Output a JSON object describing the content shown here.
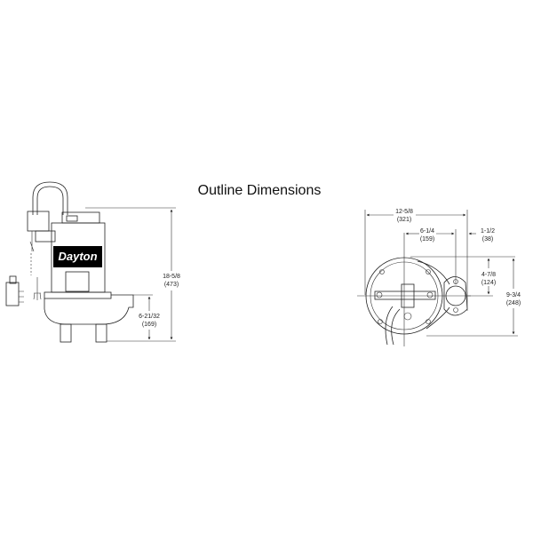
{
  "title": "Outline Dimensions",
  "brand_label": "Dayton",
  "side_view": {
    "overall_height": {
      "fraction": "18-5/8",
      "mm": "(473)"
    },
    "discharge_height": {
      "fraction": "6-21/32",
      "mm": "(169)"
    }
  },
  "top_view": {
    "overall_width": {
      "fraction": "12-5/8",
      "mm": "(321)"
    },
    "center_to_discharge": {
      "fraction": "6-1/4",
      "mm": "(159)"
    },
    "discharge_offset": {
      "fraction": "1-1/2",
      "mm": "(38)"
    },
    "discharge_depth": {
      "fraction": "4-7/8",
      "mm": "(124)"
    },
    "overall_depth": {
      "fraction": "9-3/4",
      "mm": "(248)"
    }
  }
}
